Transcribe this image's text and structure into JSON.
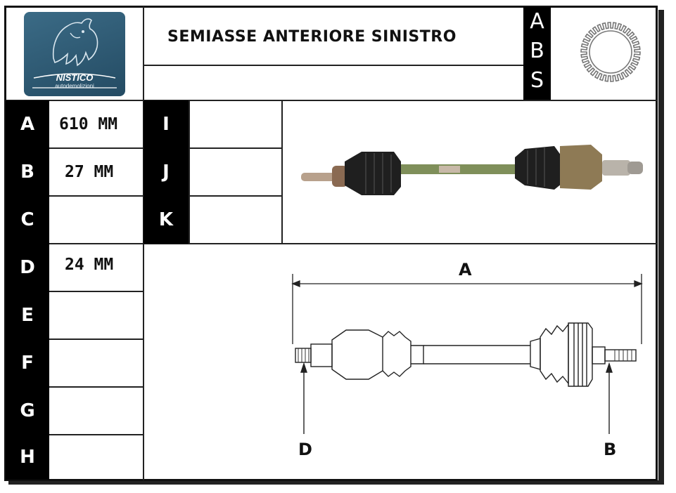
{
  "title": "SEMIASSE ANTERIORE SINISTRO",
  "logo": {
    "brand": "NISTICO",
    "tagline": "autodemolizioni"
  },
  "abs_letters": [
    "A",
    "B",
    "S"
  ],
  "left_rows": [
    {
      "label": "A",
      "value": "610 MM"
    },
    {
      "label": "B",
      "value": "27 MM"
    },
    {
      "label": "C",
      "value": ""
    },
    {
      "label": "D",
      "value": "24 MM"
    },
    {
      "label": "E",
      "value": ""
    },
    {
      "label": "F",
      "value": ""
    },
    {
      "label": "G",
      "value": ""
    },
    {
      "label": "H",
      "value": ""
    }
  ],
  "mid_rows": [
    {
      "label": "I",
      "value": ""
    },
    {
      "label": "J",
      "value": ""
    },
    {
      "label": "K",
      "value": ""
    }
  ],
  "diagram": {
    "length_label": "A",
    "left_label": "D",
    "right_label": "B"
  },
  "colors": {
    "label_bg": "#000000",
    "logo_bg": "#2f5d77",
    "shaft": "#7f8f5a",
    "boot": "#1d1d1d"
  }
}
